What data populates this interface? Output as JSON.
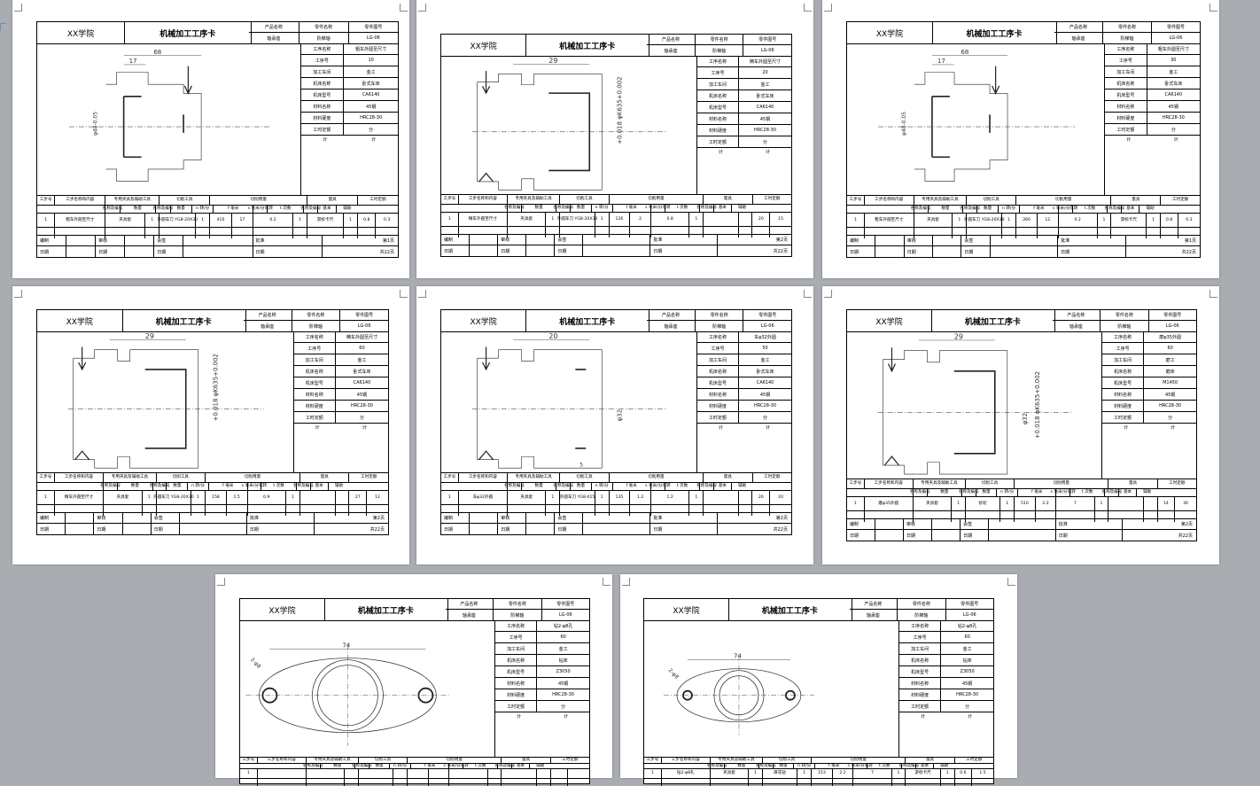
{
  "school": "XX学院",
  "card_title": "机械加工工序卡",
  "product": {
    "label_name": "产品名称",
    "label_part": "零件名称",
    "label_no": "零件图号",
    "value_name": "轴承座",
    "value_part": "阶梯轴",
    "value_no": "LG-06"
  },
  "side_labels": [
    "工序名称",
    "工序号",
    "加工车间",
    "机床名称",
    "机床型号",
    "材料名称",
    "材料硬度",
    "工时定额"
  ],
  "side_label_no_process": "工序号",
  "side_footer": [
    "计",
    "计"
  ],
  "table_header": {
    "step_no": "工步号",
    "step_content": "工步名称和内容",
    "tool_group": "专用夹具及辅助工具",
    "cut_tool": "切削工具",
    "cut_params": "切削用量",
    "measure": "量具",
    "time": "工时定额",
    "sub": [
      "名称及编号",
      "数量",
      "名称及编号",
      "数量",
      "n 转/分",
      "f 毫米",
      "s 毫米/分或转",
      "t 次数",
      "名称及编号",
      "基本",
      "辅助"
    ]
  },
  "footer_labels": [
    "编制",
    "审核",
    "会签",
    "批准",
    "日期",
    "日期",
    "日期",
    "日期"
  ],
  "total_pages": "共22页",
  "cards": [
    {
      "process": "粗车外圆至尺寸",
      "process_no": "10",
      "workshop": "金工",
      "machine": "卧式车床",
      "model": "CA6140",
      "material": "45钢",
      "hardness": "HRC28-30",
      "hours": "分",
      "row": [
        "1",
        "粗车外圆至尺寸",
        "夹具套",
        "1",
        "外圆车刀 YG8-20X30",
        "1",
        "410",
        "17",
        "0.2",
        "1",
        "游标卡尺",
        "1",
        "0.8",
        "0.3"
      ],
      "page": "第1页",
      "dims": [
        "68",
        "17",
        "φ48-0.05"
      ]
    },
    {
      "process": "精车外圆至尺寸",
      "process_no": "20",
      "workshop": "金工",
      "machine": "卧式车床",
      "model": "CA6140",
      "material": "45钢",
      "hardness": "HRC28-30",
      "hours": "分",
      "row": [
        "1",
        "精车外圆至尺寸",
        "夹具套",
        "1",
        "外圆车刀 YG8-20X30",
        "1",
        "126",
        "2",
        "0.8",
        "1",
        "",
        "",
        "20",
        "15"
      ],
      "page": "第2页",
      "dims": [
        "29",
        "+0.018 φK635+0.002"
      ]
    },
    {
      "process": "粗车外圆至尺寸",
      "process_no": "30",
      "workshop": "金工",
      "machine": "卧式车床",
      "model": "CA6140",
      "material": "45钢",
      "hardness": "HRC28-30",
      "hours": "分",
      "row": [
        "1",
        "粗车外圆至尺寸",
        "夹具套",
        "1",
        "外圆车刀 YG8-20X30",
        "1",
        "360",
        "12",
        "0.2",
        "1",
        "游标卡尺",
        "1",
        "0.8",
        "0.3"
      ],
      "page": "第1页",
      "dims": [
        "68",
        "17",
        "φ48-0.05"
      ]
    },
    {
      "process": "精车外圆至尺寸",
      "process_no": "60",
      "workshop": "金工",
      "machine": "卧式车床",
      "model": "CA6140",
      "material": "45钢",
      "hardness": "HRC28-30",
      "hours": "分",
      "row": [
        "1",
        "精车外圆至尺寸",
        "夹具套",
        "1",
        "外圆车刀 YG8-20X30",
        "1",
        "158",
        "1.5",
        "0.9",
        "1",
        "",
        "",
        "27",
        "12"
      ],
      "page": "第2页",
      "dims": [
        "29",
        "+0.018 φK635+0.002"
      ]
    },
    {
      "process": "车φ32外圆",
      "process_no": "50",
      "workshop": "金工",
      "machine": "卧式车床",
      "model": "CA6140",
      "material": "45钢",
      "hardness": "HRC28-30",
      "hours": "分",
      "row": [
        "1",
        "车φ32外圆",
        "夹具套",
        "1",
        "外圆车刀 YG8-X15",
        "1",
        "135",
        "1.2",
        "1.2",
        "1",
        "",
        "",
        "26",
        "20"
      ],
      "page": "第2页",
      "dims": [
        "20",
        "φ32",
        "5"
      ]
    },
    {
      "process": "磨φ35外圆",
      "process_no": "60",
      "workshop": "磨工",
      "machine": "磨床",
      "model": "M1450",
      "material": "45钢",
      "hardness": "HRC28-30",
      "hours": "分",
      "row": [
        "1",
        "磨φ35外圆",
        "夹具套",
        "1",
        "砂轮",
        "1",
        "510",
        "2.2",
        "7",
        "1",
        "",
        "",
        "14",
        "30"
      ],
      "page": "第2页",
      "dims": [
        "29",
        "φ32",
        "+0.018 φK635+0.002"
      ]
    },
    {
      "process": "钻2-φ8孔",
      "process_no": "60",
      "workshop": "金工",
      "machine": "钻床",
      "model": "Z3050",
      "material": "45钢",
      "hardness": "HRC28-30",
      "hours": "分",
      "row": [
        "1",
        "",
        "",
        "",
        "",
        "",
        "",
        "",
        "",
        "",
        "",
        "",
        "",
        ""
      ],
      "page": "",
      "dims": [
        "74",
        "2-φ8"
      ]
    },
    {
      "process": "钻2-φ8孔",
      "process_no": "60",
      "workshop": "金工",
      "machine": "钻床",
      "model": "Z3050",
      "material": "45钢",
      "hardness": "HRC28-30",
      "hours": "分",
      "row": [
        "1",
        "钻2-φ8孔",
        "夹具套",
        "1",
        "麻花钻",
        "1",
        "153",
        "2.2",
        "7",
        "1",
        "游标卡尺",
        "1",
        "0.6",
        "1.5"
      ],
      "page": "",
      "dims": [
        "74",
        "2-φ8"
      ]
    }
  ]
}
